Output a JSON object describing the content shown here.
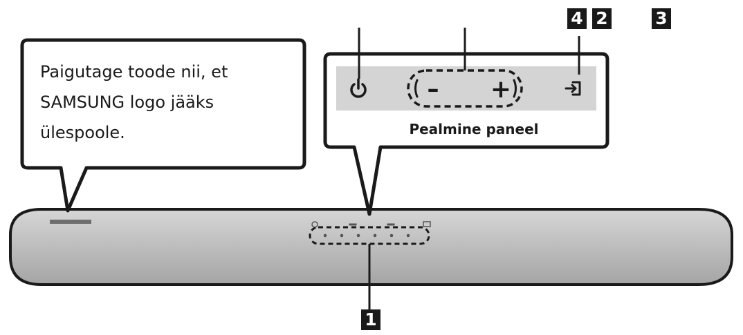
{
  "callout": {
    "lines": [
      "Paigutage toode nii, et",
      "SAMSUNG logo jääks",
      "ülespoole."
    ]
  },
  "panel": {
    "title": "Pealmine paneel",
    "minus_label": "–",
    "plus_label": "+"
  },
  "badges": {
    "b1": "1",
    "b2": "2",
    "b3": "3",
    "b4": "4"
  },
  "icons": [
    "power-icon",
    "volume-minus-icon",
    "volume-plus-icon",
    "source-input-icon"
  ],
  "colors": {
    "ink": "#1a1a1a",
    "panel_strip": "#d4d4d4",
    "soundbar_body": "#bdbdbd",
    "badge_bg": "#1a1a1a"
  }
}
